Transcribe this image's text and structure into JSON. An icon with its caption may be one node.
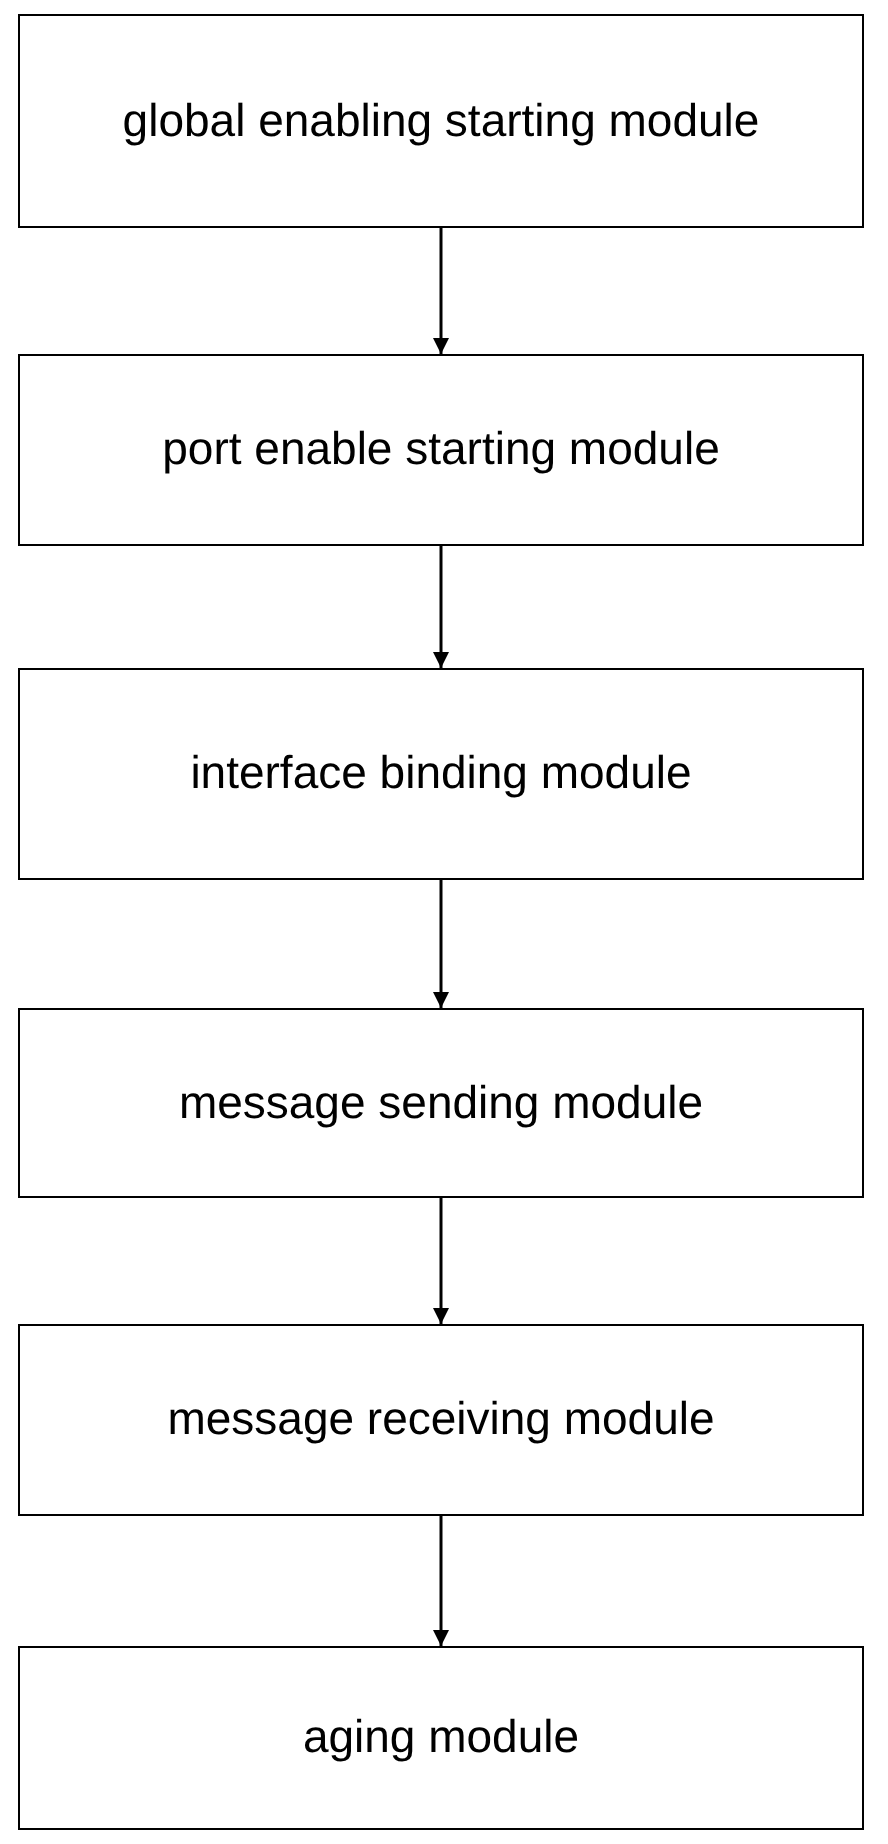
{
  "diagram": {
    "nodes": [
      {
        "text": [
          "global enabling starting module"
        ]
      },
      {
        "text": [
          "port enable starting module"
        ]
      },
      {
        "text": [
          "interface binding module"
        ]
      },
      {
        "text": [
          "message sending module"
        ]
      },
      {
        "text": [
          "message receiving module"
        ]
      },
      {
        "text": [
          "aging module"
        ]
      }
    ],
    "edges": [
      {
        "from": 0,
        "to": 1,
        "arrow": "to"
      },
      {
        "from": 1,
        "to": 2,
        "arrow": "to"
      },
      {
        "from": 2,
        "to": 3,
        "arrow": "to"
      },
      {
        "from": 3,
        "to": 4,
        "arrow": "to"
      },
      {
        "from": 4,
        "to": 5,
        "arrow": "to"
      }
    ]
  }
}
